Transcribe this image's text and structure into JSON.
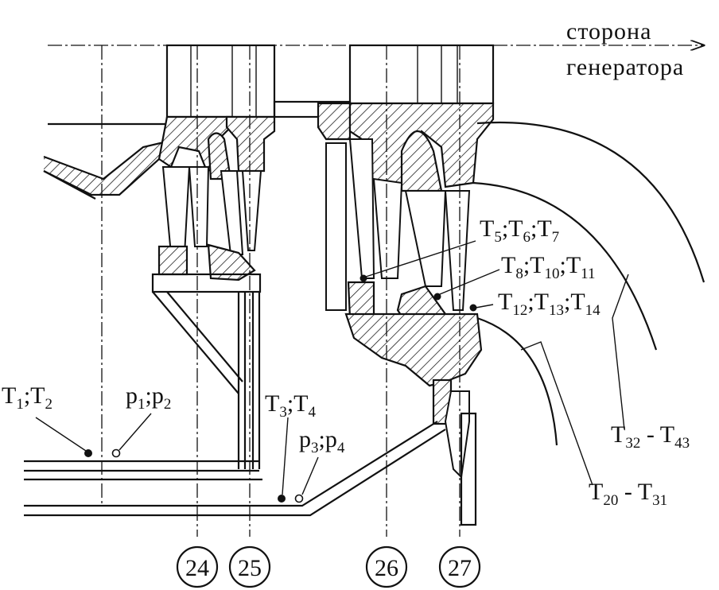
{
  "caption": {
    "line1": "сторона",
    "line2": "генератора"
  },
  "stations": [
    "24",
    "25",
    "26",
    "27"
  ],
  "labels": {
    "t1_t2": {
      "parts": [
        [
          "T",
          "1"
        ],
        [
          "T",
          "2"
        ]
      ]
    },
    "p1_p2": {
      "parts": [
        [
          "p",
          "1"
        ],
        [
          "p",
          "2"
        ]
      ]
    },
    "t3_t4": {
      "parts": [
        [
          "T",
          "3"
        ],
        [
          "T",
          "4"
        ]
      ]
    },
    "p3_p4": {
      "parts": [
        [
          "p",
          "3"
        ],
        [
          "p",
          "4"
        ]
      ]
    },
    "t5_t7": {
      "parts": [
        [
          "T",
          "5"
        ],
        [
          "T",
          "6"
        ],
        [
          "T",
          "7"
        ]
      ]
    },
    "t8_t11": {
      "parts": [
        [
          "T",
          "8"
        ],
        [
          "T",
          "10"
        ],
        [
          "T",
          "11"
        ]
      ]
    },
    "t12_t14": {
      "parts": [
        [
          "T",
          "12"
        ],
        [
          "T",
          "13"
        ],
        [
          "T",
          "14"
        ]
      ]
    },
    "t32_t43": {
      "parts": [
        [
          "T",
          "32"
        ],
        [
          "T",
          "43"
        ]
      ],
      "sep": " - "
    },
    "t20_t31": {
      "parts": [
        [
          "T",
          "20"
        ],
        [
          "T",
          "31"
        ]
      ],
      "sep": " - "
    }
  }
}
